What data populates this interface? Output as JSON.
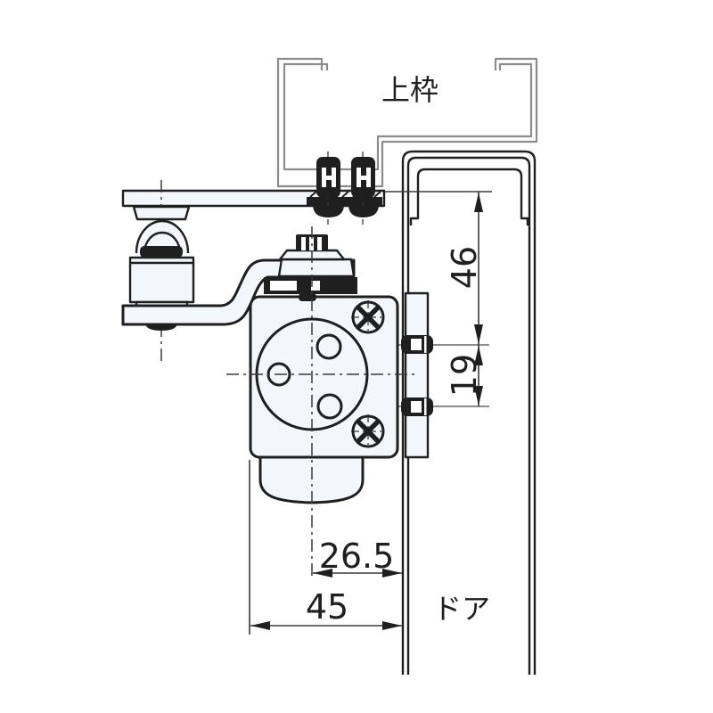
{
  "drawing": {
    "labels": {
      "upper_frame": "上枠",
      "door": "ドア"
    },
    "dimensions": {
      "frame_to_top_hole": "46",
      "hole_pitch": "19",
      "center_to_door_face": "26.5",
      "body_edge_to_door_face": "45"
    },
    "colors": {
      "line": "#1f1f1f",
      "frame": "#8c8c8c",
      "part_fill": "#f3f6fa",
      "dim": "#3a3a3a",
      "bg": "#ffffff"
    }
  }
}
